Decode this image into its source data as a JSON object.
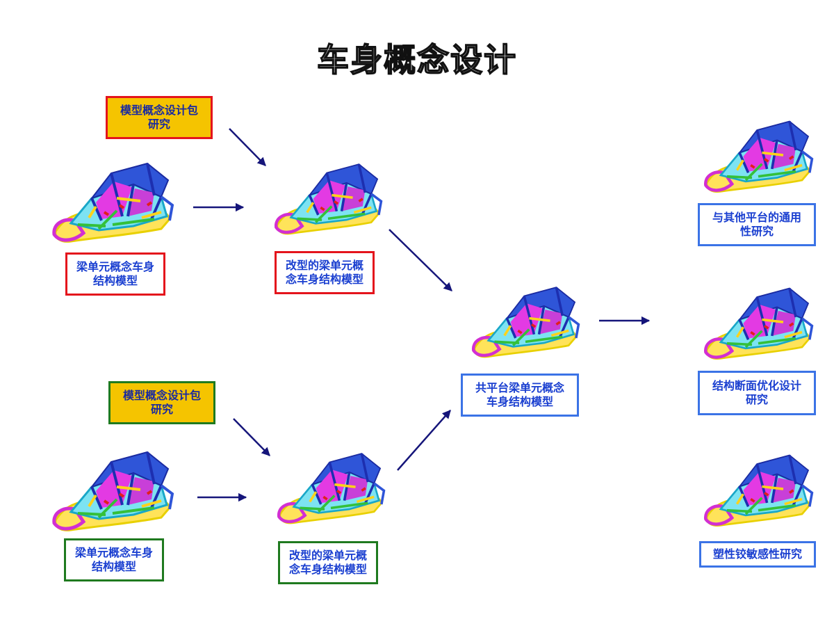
{
  "title": "车身概念设计",
  "diagram": {
    "boxes": {
      "pkg_top": "模型概念设计包\n研究",
      "beam_top": "梁单元概念车身\n结构模型",
      "mod_top": "改型的梁单元概\n念车身结构模型",
      "pkg_bottom": "模型概念设计包\n研究",
      "beam_bottom": "梁单元概念车身\n结构模型",
      "mod_bottom": "改型的梁单元概\n念车身结构模型",
      "common": "共平台梁单元概念\n车身结构模型",
      "generic": "与其他平台的通用\n性研究",
      "section": "结构断面优化设计\n研究",
      "plastic": "塑性铰敏感性研究"
    },
    "colors": {
      "arrow": "#15157a",
      "border_red": "#e4141c",
      "border_green": "#1f7a1f",
      "border_blue": "#3b73e6",
      "fill_yellow": "#f5c400",
      "text_blue": "#1a3fd0"
    },
    "icons": [
      "car-body-frame-model-icon"
    ]
  }
}
